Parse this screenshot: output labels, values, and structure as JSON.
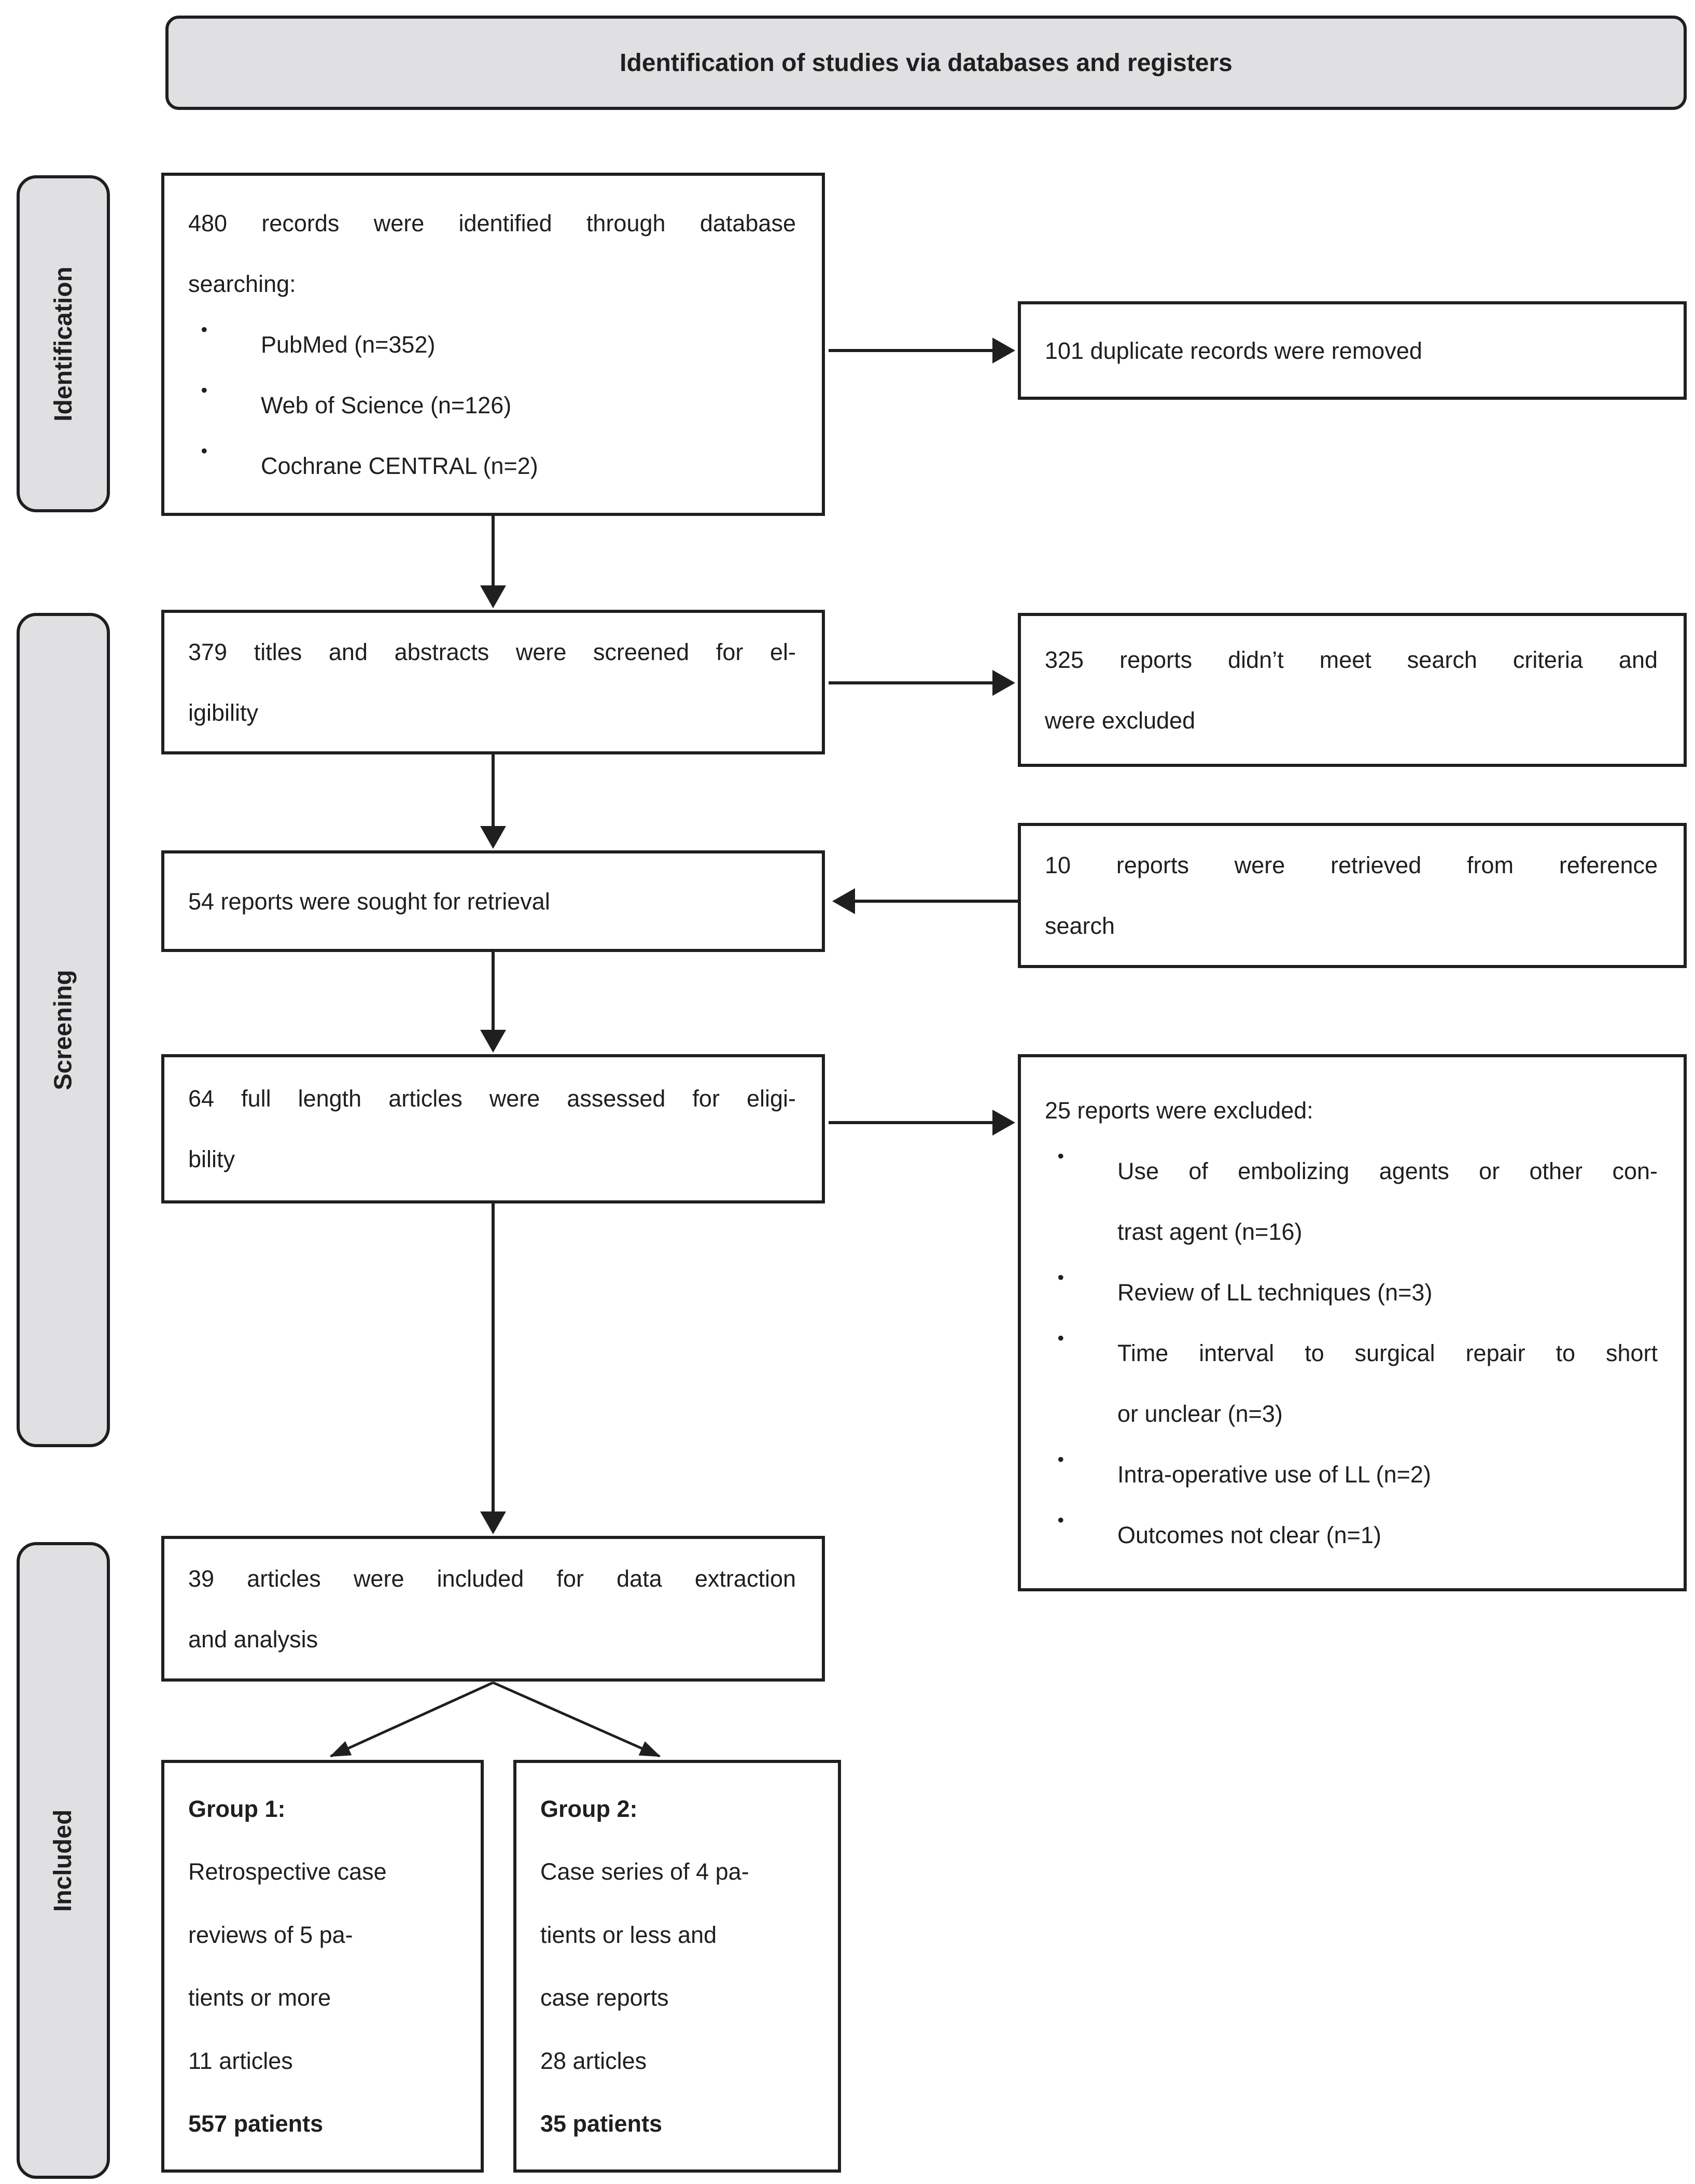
{
  "title_banner": {
    "label": "Identification of studies via databases and registers"
  },
  "stages": {
    "identification": "Identification",
    "screening": "Screening",
    "included": "Included"
  },
  "flow": {
    "records_identified": {
      "lines": [
        {
          "text": "480 records were identified through database",
          "justify": true
        },
        {
          "text": "searching:"
        },
        {
          "text": "PubMed (n=352)",
          "bullet": true
        },
        {
          "text": "Web of Science (n=126)",
          "bullet": true
        },
        {
          "text": "Cochrane CENTRAL (n=2)",
          "bullet": true
        }
      ]
    },
    "titles_screened": {
      "lines": [
        {
          "text": "379 titles and abstracts were screened for el-",
          "justify": true
        },
        {
          "text": "igibility"
        }
      ]
    },
    "reports_sought": {
      "lines": [
        {
          "text": "54 reports were sought for retrieval"
        }
      ]
    },
    "articles_assessed": {
      "lines": [
        {
          "text": "64 full length articles were assessed for eligi-",
          "justify": true
        },
        {
          "text": "bility"
        }
      ]
    },
    "articles_included": {
      "lines": [
        {
          "text": "39 articles were included for data extraction",
          "justify": true
        },
        {
          "text": "and analysis"
        }
      ]
    },
    "group1": {
      "lines": [
        {
          "text": "Group 1:",
          "semibold": true
        },
        {
          "text": "Retrospective case"
        },
        {
          "text": "reviews of 5 pa-"
        },
        {
          "text": "tients or more"
        },
        {
          "text": "11 articles"
        },
        {
          "text": "557 patients",
          "bold": true
        }
      ]
    },
    "group2": {
      "lines": [
        {
          "text": "Group 2:",
          "semibold": true
        },
        {
          "text": "Case series of 4 pa-"
        },
        {
          "text": "tients or less and"
        },
        {
          "text": "case reports"
        },
        {
          "text": "28 articles"
        },
        {
          "text": "35 patients",
          "bold": true
        }
      ]
    }
  },
  "side": {
    "duplicates_removed": {
      "lines": [
        {
          "text": "101 duplicate records were removed"
        }
      ]
    },
    "screening_excluded": {
      "lines": [
        {
          "text": "325 reports didn’t meet search criteria and",
          "justify": true
        },
        {
          "text": "were excluded"
        }
      ]
    },
    "reference_search": {
      "lines": [
        {
          "text": "10 reports were retrieved from reference",
          "justify": true
        },
        {
          "text": "search"
        }
      ]
    },
    "fulltext_excluded": {
      "lines": [
        {
          "text": "25 reports were excluded:"
        },
        {
          "text": "Use of embolizing agents or other con-",
          "bullet": true,
          "justify": true
        },
        {
          "text": "trast agent (n=16)",
          "cont": true
        },
        {
          "text": "Review of LL techniques (n=3)",
          "bullet": true
        },
        {
          "text": "Time interval to surgical repair to short",
          "bullet": true,
          "justify": true
        },
        {
          "text": "or unclear (n=3)",
          "cont": true
        },
        {
          "text": "Intra-operative use of LL (n=2)",
          "bullet": true
        },
        {
          "text": "Outcomes not clear (n=1)",
          "bullet": true
        }
      ]
    }
  },
  "colors": {
    "border": "#1f1f1f",
    "banner_fill": "#e0e0e2",
    "box_fill": "#ffffff",
    "text": "#1f1f1f"
  }
}
